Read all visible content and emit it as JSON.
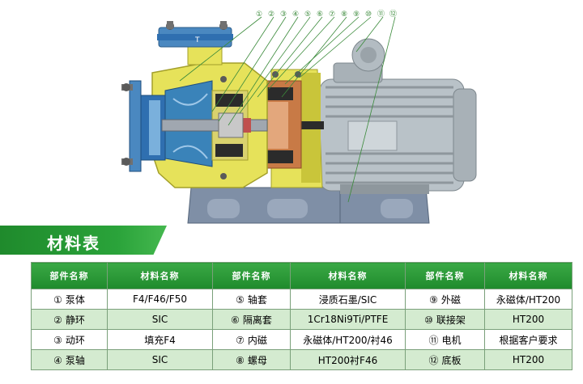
{
  "diagram": {
    "callouts": [
      "①",
      "②",
      "③",
      "④",
      "⑤",
      "⑥",
      "⑦",
      "⑧",
      "⑨",
      "⑩",
      "⑪",
      "⑫"
    ],
    "colors": {
      "housing": "#e6e25a",
      "housing_shadow": "#c9c53a",
      "impeller": "#3a83b9",
      "inner_blue": "#2f6fb0",
      "magnet": "#2b2b2b",
      "separator": "#c87a46",
      "motor": "#b9c2c8",
      "motor_dark": "#8e979d",
      "base": "#7f8fa6",
      "leader": "#3a8a3a"
    },
    "flange_mark": "T"
  },
  "banner": {
    "title": "材料表"
  },
  "table": {
    "headers": [
      "部件名称",
      "材料名称",
      "部件名称",
      "材料名称",
      "部件名称",
      "材料名称"
    ],
    "rows": [
      [
        {
          "num": "①",
          "part": "泵体"
        },
        "F4/F46/F50",
        {
          "num": "⑤",
          "part": "轴套"
        },
        "浸质石墨/SIC",
        {
          "num": "⑨",
          "part": "外磁"
        },
        "永磁体/HT200"
      ],
      [
        {
          "num": "②",
          "part": "静环"
        },
        "SIC",
        {
          "num": "⑥",
          "part": "隔离套"
        },
        "1Cr18Ni9Ti/PTFE",
        {
          "num": "⑩",
          "part": "联接架"
        },
        "HT200"
      ],
      [
        {
          "num": "③",
          "part": "动环"
        },
        "填充F4",
        {
          "num": "⑦",
          "part": "内磁"
        },
        "永磁体/HT200/衬46",
        {
          "num": "⑪",
          "part": "电机"
        },
        "根据客户要求"
      ],
      [
        {
          "num": "④",
          "part": "泵轴"
        },
        "SIC",
        {
          "num": "⑧",
          "part": "螺母"
        },
        "HT200衬F46",
        {
          "num": "⑫",
          "part": "底板"
        },
        "HT200"
      ]
    ]
  }
}
